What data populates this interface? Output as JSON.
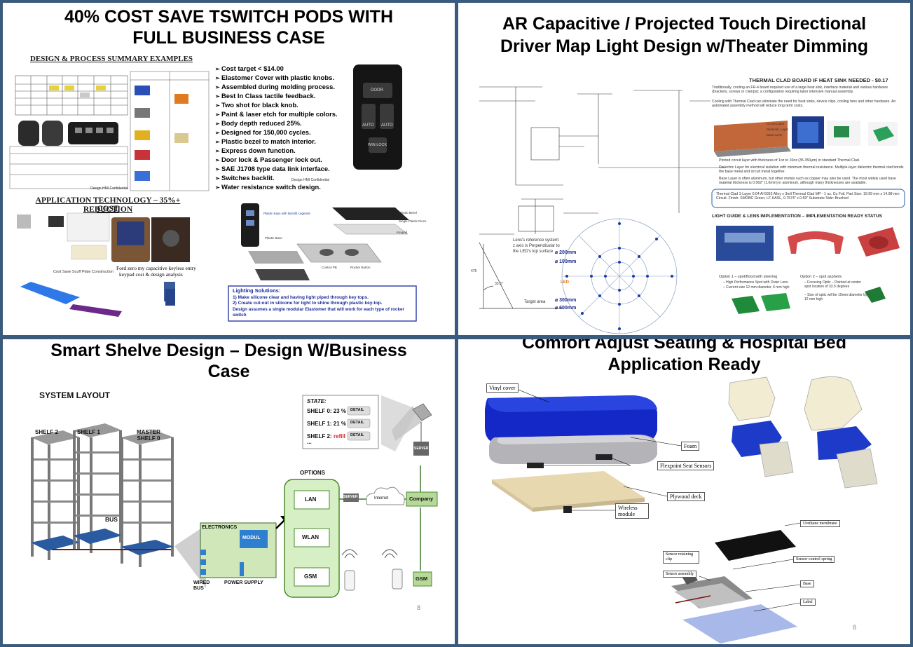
{
  "panels": [
    {
      "title_line1": "40% COST SAVE  TSWITCH PODS WITH",
      "title_line2": "FULL BUSINESS CASE",
      "design_summary_heading": "DESIGN & PROCESS SUMMARY EXAMPLES",
      "app_tech_heading_line1": "APPLICATION TECHNOLOGY – 35%+ COST",
      "app_tech_heading_line2": "REDUCTION",
      "bullets": [
        "Cost target < $14.00",
        "Elastomer Cover with plastic knobs.",
        "Assembled during molding process.",
        "Best In Class tactile feedback.",
        "Two shot for black knob.",
        "Paint & laser etch for multiple colors.",
        "Body depth reduced 25%.",
        "Designed for 150,000 cycles.",
        "Plastic bezel to match interior.",
        "Express down function.",
        "Door lock & Passenger lock out.",
        "SAE J1708 type data link interface.",
        "Switches backlit.",
        "Water resistance switch design."
      ],
      "footer_confidential": "Design HMI Confidential",
      "switch_labels": [
        "DOOR",
        "AUTO",
        "AUTO",
        "WIN LOCK"
      ],
      "ford_caption_line1": "Ford zero my capacitive keyless entry",
      "ford_caption_line2": "keypad cost & design analysis",
      "cost_save_caption": "Cost Save Scuff Plate Construction",
      "lighting_heading": "Lighting Solutions:",
      "lighting_1": "1)      Make silicone clear and having light piped through key tops.",
      "lighting_2": "2)      Create cut-out in silicone for light to shine through plastic key-top.",
      "lighting_3": "Design assumes a single modular Elastomer that will work for each type of rocker switch",
      "exploded_labels": [
        "Plastic Bezel",
        "Single Plastic Piece",
        "Keypad",
        "Plastic Keys with Backlit Legends",
        "Plastic Base",
        "Control PB",
        "Rocker Button"
      ]
    },
    {
      "title_line1": "AR Capacitive / Projected Touch Directional",
      "title_line2": "Driver Map Light Design w/Theater Dimming",
      "thermal_heading": "THERMAL CLAD BOARD IF HEAT SINK NEEDED - $0.17",
      "thermal_text_1": "Traditionally, cooling an FR-4 board required use of a large heat sink, interface material and various hardware (brackets, screws or clamps); a configuration requiring labor intensive manual assembly.",
      "thermal_text_2": "Cooling with Thermal Clad can eliminate the need for heat sinks, device clips, cooling fans and other hardware. An automated assembly method will reduce long term costs.",
      "layer_labels": [
        "Circuit Layer",
        "Dielectric Layer",
        "Base Layer"
      ],
      "circuit_bullet": "Printed circuit layer with thickness of 1oz to 10oz (35-350μm) in standard Thermal Clad.",
      "dielectric_bullet": "Dielectric Layer for electrical isolation with minimum thermal resistance. Multiple-layer dielectric thermal clad bonds the base metal and circuit metal together.",
      "base_bullet": "Base Layer is often aluminum, but other metals such as copper may also be used. The most widely used base material thickness is 0.062\" (1.6mm) in aluminum, although many thicknesses are available.",
      "spec_box": "Thermal Clad 1-Layer 0.04 Al 5052 Alloy x 3mil Thermal Clad MP - 1 oz. Cu Foil. Part Size: 19.99 mm x 14.98 mm Circuit. Finish: SMOBC Green, LF HASL, 0.7574\" x 0.59\" Substrate Side: Brushed",
      "light_guide_heading": "LIGHT GUIDE & LENS IMPLEMENTATION – IMPLEMENTATION READY STATUS",
      "option1": "Option 1 – spot/flood with steering",
      "option1_a": "– High Performance Spot with Outer Lens",
      "option1_b": "– Current size 12 mm diameter, 6 mm high",
      "option2": "Option 2 – spot aspheric",
      "option2_a": "– Focusing Optic – Pointed at center spot location of 33.5 degrees",
      "option2_b": "– Size of optic will be 15mm diameter by 12 mm high",
      "lens_note_1": "Lens's reference system:",
      "lens_note_2": "z axis is Perpendicular to",
      "lens_note_3": "the LED's top surface",
      "target_area": "Target area",
      "radius_200": "⌀ 200mm",
      "radius_100": "⌀ 100mm",
      "radius_300": "⌀ 300mm",
      "radius_600": "⌀ 600mm",
      "led_label": "LED",
      "angle_label": "33.5°",
      "height_label": "475"
    },
    {
      "title_line1": "Smart Shelve Design – Design W/Business",
      "title_line2": "Case",
      "system_layout": "SYSTEM LAYOUT",
      "shelf_labels": [
        "SHELF 2",
        "SHELF 1",
        "MASTER SHELF 0"
      ],
      "bus_label": "BUS",
      "state_heading": "STATE:",
      "state_rows": [
        {
          "label": "SHELF 0: 23 %",
          "button": "DETAIL"
        },
        {
          "label": "SHELF 1: 21 %",
          "button": "DETAIL"
        },
        {
          "label": "SHELF 2:",
          "extra": "refill",
          "button": "DETAIL"
        }
      ],
      "state_ellipsis": "...",
      "options_label": "OPTIONS",
      "option_boxes": [
        "LAN",
        "WLAN",
        "GSM"
      ],
      "server_label": "SERVER",
      "internet_label": "Internet",
      "company_label": "Company",
      "gsm_label": "GSM",
      "electronics_label": "ELECTRONICS",
      "modul_label": "MODUL",
      "wired_bus": "WIRED BUS",
      "power_supply": "POWER SUPPLY",
      "page_number": "8"
    },
    {
      "title_line1": "Comfort Adjust Seating  & Hospital Bed",
      "title_line2": "Application Ready",
      "callouts": [
        "Vinyl cover",
        "Foam",
        "Flexpoint Seat Sensors",
        "Plywood deck",
        "Wireless module"
      ],
      "callouts2": [
        "Urethane membrane",
        "Sensor retaining clip",
        "Sensor control spring",
        "Sensor assembly",
        "Base",
        "Label"
      ],
      "page_number": "8"
    }
  ],
  "colors": {
    "frame": "#3a5a7e",
    "seat_blue": "#1428c8",
    "plywood": "#e8d8b0",
    "green_box": "#d7efc5",
    "green_border": "#4a8a2a",
    "company_green": "#b6d99a",
    "modul_blue": "#2f7fd1",
    "refill_red": "#d62020"
  }
}
